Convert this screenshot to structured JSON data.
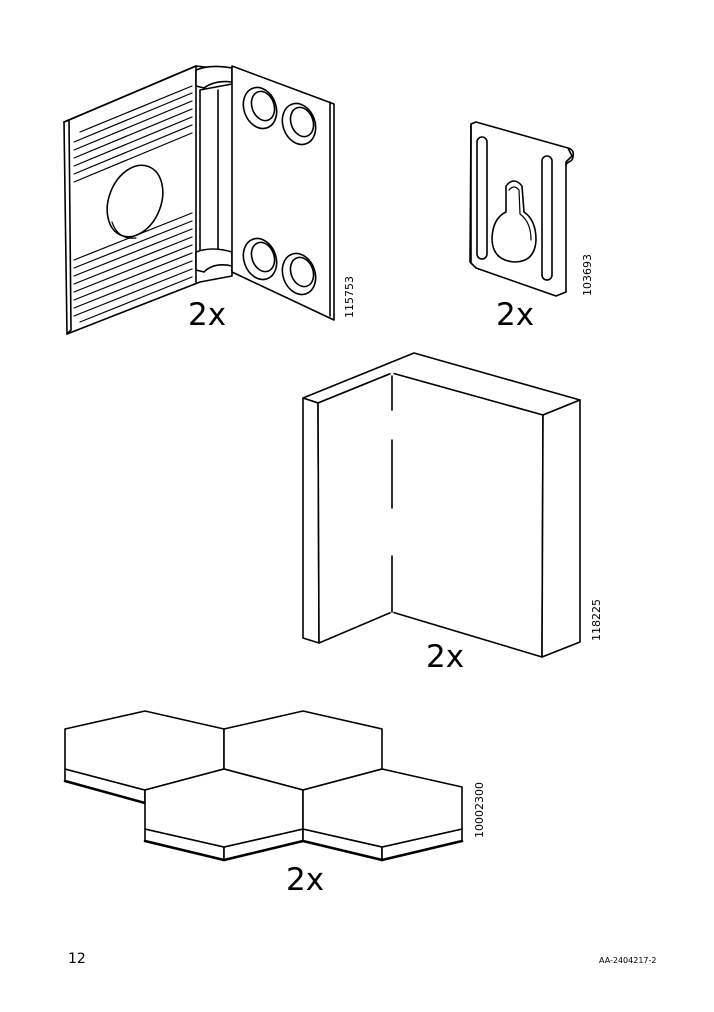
{
  "parts": [
    {
      "illustration": "corner-bracket",
      "quantity": "2x",
      "article_number": "115753"
    },
    {
      "illustration": "keyhole-hanger",
      "quantity": "2x",
      "article_number": "103693"
    },
    {
      "illustration": "corner-protector",
      "quantity": "2x",
      "article_number": "118225"
    },
    {
      "illustration": "hexagon-felt-pads",
      "quantity": "2x",
      "article_number": "10002300"
    }
  ],
  "footer": {
    "page_number": "12",
    "document_code": "AA-2404217-2"
  }
}
